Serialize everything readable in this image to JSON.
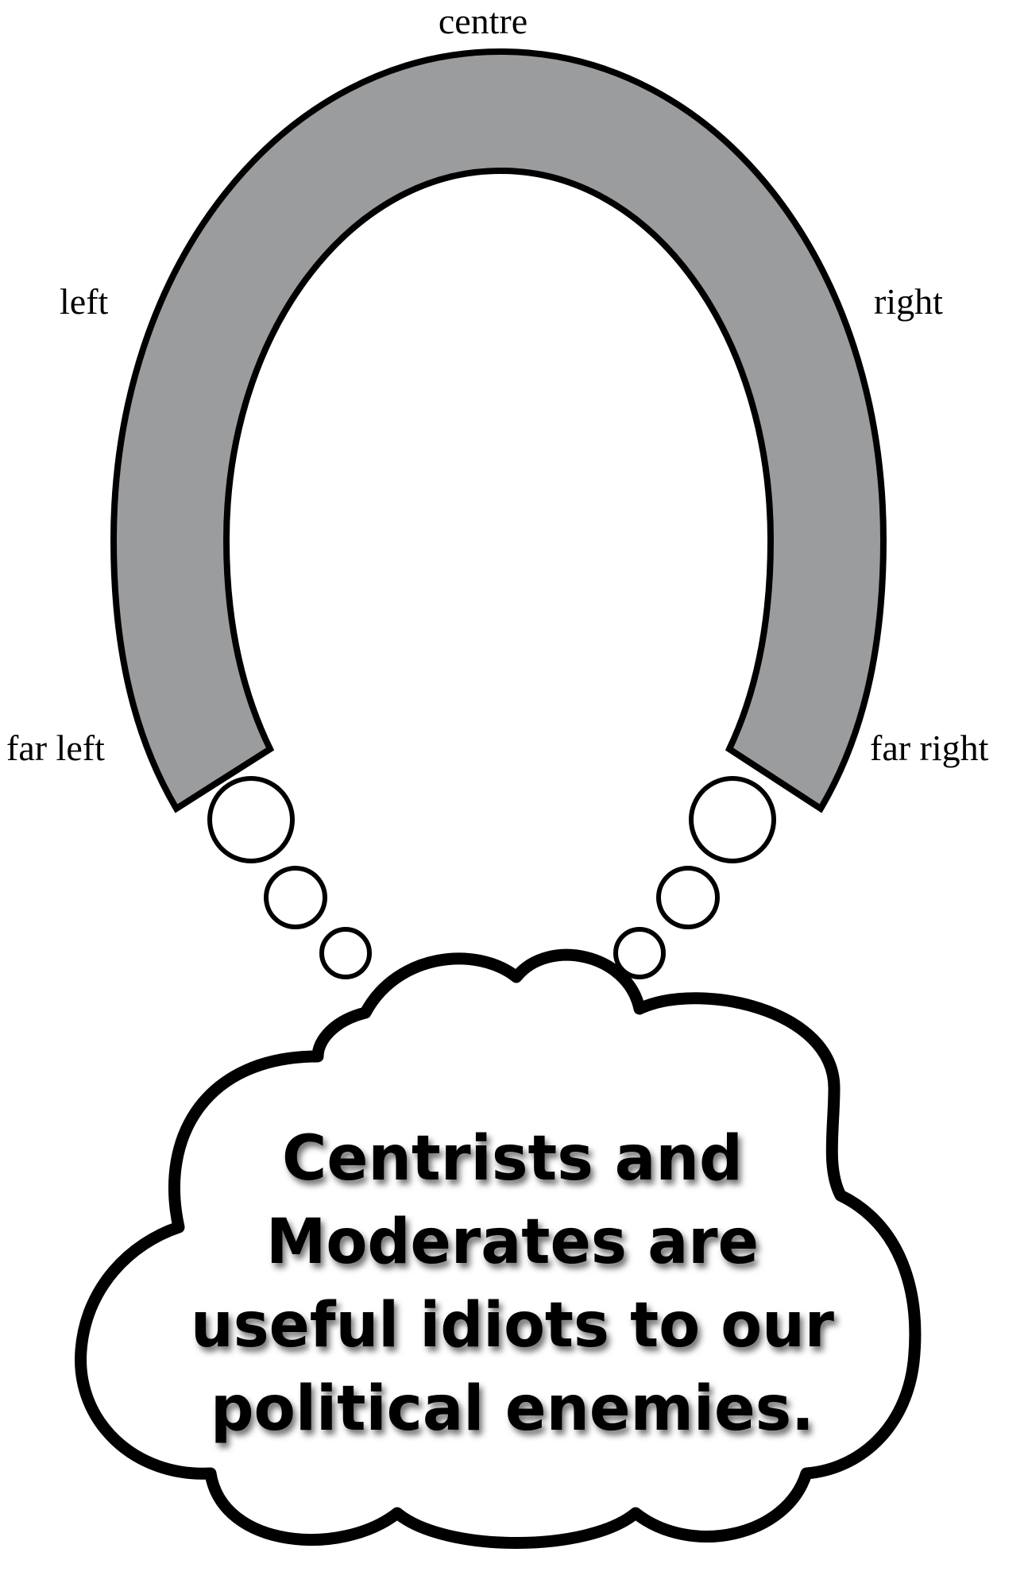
{
  "labels": {
    "centre": "centre",
    "left": "left",
    "right": "right",
    "far_left": "far left",
    "far_right": "far right"
  },
  "thought_bubble": {
    "lines": [
      "Centrists and",
      "Moderates are",
      "useful idiots to our",
      "political enemies."
    ]
  },
  "colors": {
    "horseshoe_fill": "#9b9c9e",
    "outline": "#000000",
    "background": "#ffffff"
  }
}
